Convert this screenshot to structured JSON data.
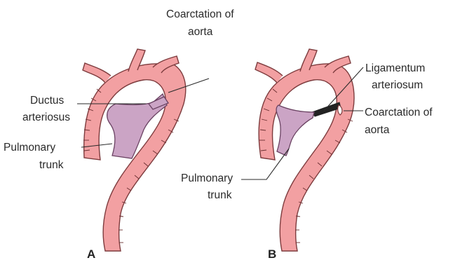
{
  "colors": {
    "aorta_fill": "#f2a0a2",
    "aorta_stroke": "#7d3b3d",
    "pulmonary_fill": "#cba4c5",
    "ligament": "#222222"
  },
  "panel_a": {
    "letter": "A",
    "coarctation_line1": "Coarctation of",
    "coarctation_line2": "aorta",
    "ductus_line1": "Ductus",
    "ductus_line2": "arteriosus",
    "pulmonary_line1": "Pulmonary",
    "pulmonary_line2": "trunk"
  },
  "panel_b": {
    "letter": "B",
    "ligamentum_line1": "Ligamentum",
    "ligamentum_line2": "arteriosum",
    "coarctation_line1": "Coarctation of",
    "coarctation_line2": "aorta",
    "pulmonary_line1": "Pulmonary",
    "pulmonary_line2": "trunk"
  }
}
